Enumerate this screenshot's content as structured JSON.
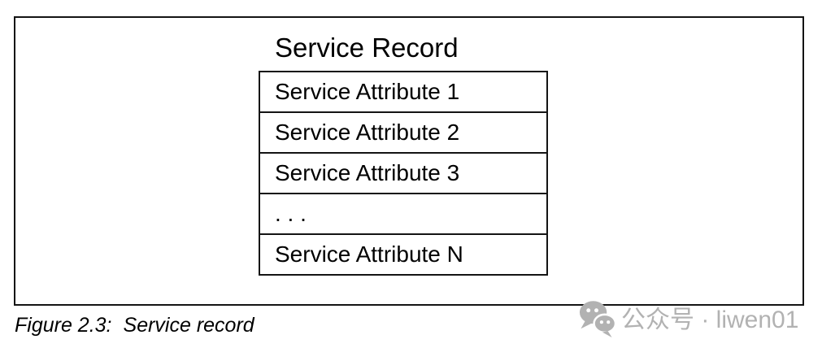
{
  "figure": {
    "title": "Service Record",
    "attributes": [
      "Service Attribute 1",
      "Service Attribute 2",
      "Service Attribute 3",
      ". . .",
      "Service Attribute N"
    ]
  },
  "caption": {
    "label": "Figure 2.3:",
    "text": "Service record"
  },
  "watermark": {
    "icon": "wechat-icon",
    "text": "公众号 · liwen01",
    "color": "#b2b2b2"
  },
  "colors": {
    "background": "#ffffff",
    "border": "#141414",
    "text": "#000000"
  }
}
